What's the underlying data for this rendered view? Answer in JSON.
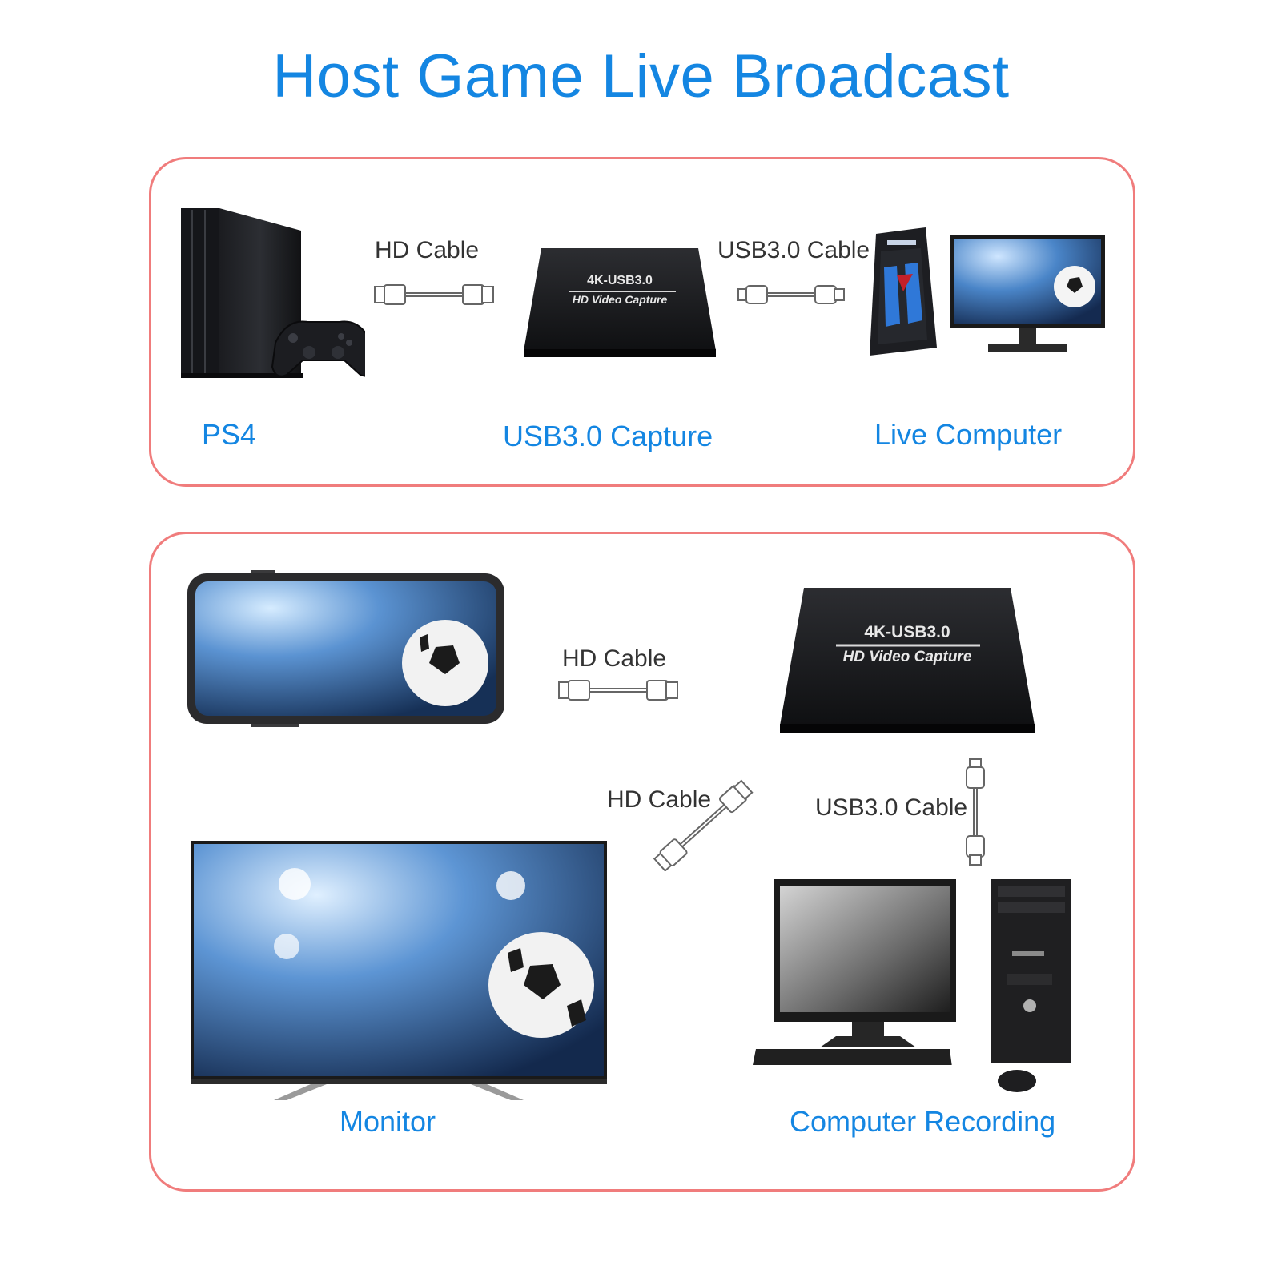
{
  "title": "Host Game Live Broadcast",
  "top_panel": {
    "devices": {
      "ps4": "PS4",
      "capture": "USB3.0 Capture",
      "live_computer": "Live Computer"
    },
    "cables": {
      "hd": "HD Cable",
      "usb": "USB3.0 Cable"
    },
    "capture_card": {
      "line1": "4K-USB3.0",
      "line2": "HD Video Capture"
    }
  },
  "bottom_panel": {
    "devices": {
      "monitor": "Monitor",
      "computer_recording": "Computer Recording"
    },
    "cables": {
      "hd_top": "HD Cable",
      "hd_diag": "HD Cable",
      "usb": "USB3.0 Cable"
    },
    "capture_card": {
      "line1": "4K-USB3.0",
      "line2": "HD Video Capture"
    }
  },
  "colors": {
    "accent": "#1486e2",
    "panel_border": "#f07c7c",
    "cable_text": "#333333"
  }
}
